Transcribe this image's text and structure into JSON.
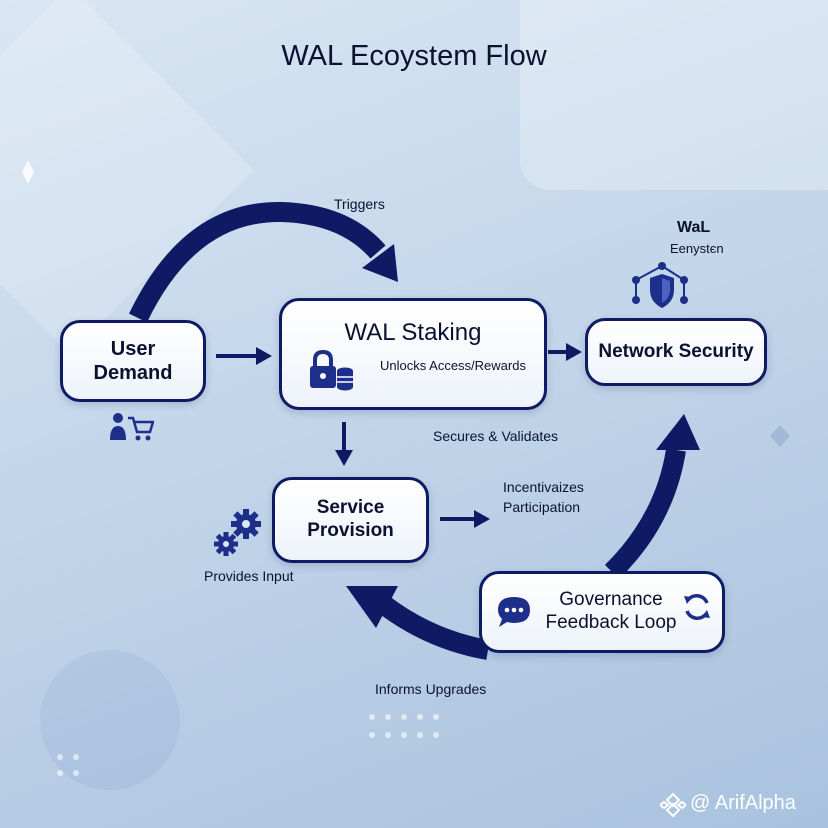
{
  "title": "WAL Ecoystem Flow",
  "nodes": {
    "user_demand": {
      "line1": "User",
      "line2": "Demand"
    },
    "wal_staking": {
      "title": "WAL Staking",
      "sub": "Unlocks Access/Rewards"
    },
    "network_security": {
      "title": "Network Security"
    },
    "service_provision": {
      "line1": "Service",
      "line2": "Provision"
    },
    "governance": {
      "line1": "Governance",
      "line2": "Feedback Loop"
    }
  },
  "labels": {
    "triggers": "Triggers",
    "secures": "Secures & Validates",
    "incentivizes_1": "Incentivaizes",
    "incentivizes_2": "Participation",
    "provides_input": "Provides Input",
    "informs_upgrades": "Informs Upgrades",
    "badge_title": "WaL",
    "badge_sub": "Eenystєn"
  },
  "watermark": "@ ArifAlpha",
  "colors": {
    "accent": "#0e1a63",
    "node_border": "#0e1a63"
  },
  "icons": [
    "cart-user-icon",
    "lock-coins-icon",
    "gears-icon",
    "chat-bubble-icon",
    "refresh-icon",
    "network-shield-icon",
    "watermark-logo-icon"
  ]
}
